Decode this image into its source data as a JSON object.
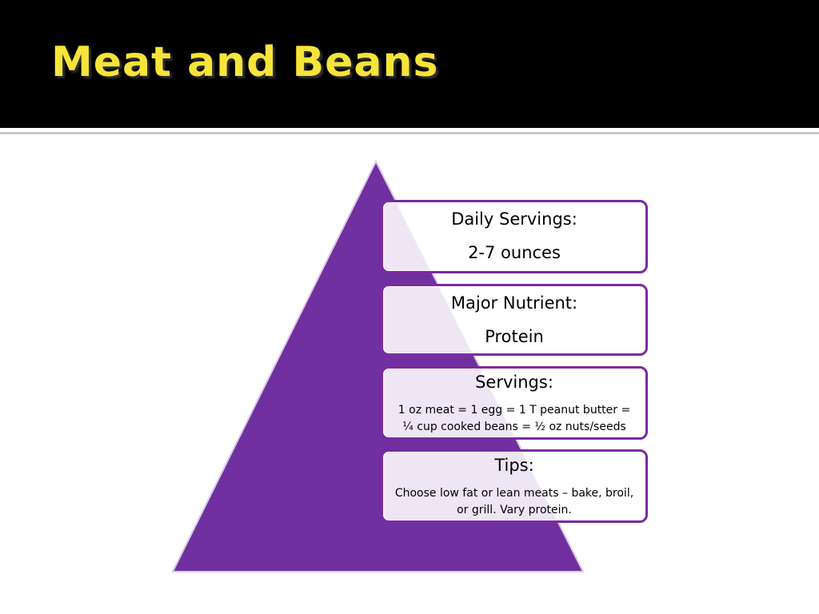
{
  "slide": {
    "title": "Meat and Beans"
  },
  "colors": {
    "title_text": "#f6e43a",
    "title_background": "#000000",
    "pyramid_fill": "#7030a0",
    "box_border": "#7a2aa0"
  },
  "boxes": {
    "daily_servings": {
      "heading": "Daily Servings:",
      "value": "2-7 ounces"
    },
    "major_nutrient": {
      "heading": "Major Nutrient:",
      "value": "Protein"
    },
    "servings": {
      "heading": "Servings:",
      "value": "1 oz meat = 1 egg = 1 T peanut butter = ¼ cup cooked beans = ½ oz nuts/seeds"
    },
    "tips": {
      "heading": "Tips:",
      "value": "Choose low fat or lean meats – bake, broil, or grill.  Vary protein."
    }
  }
}
